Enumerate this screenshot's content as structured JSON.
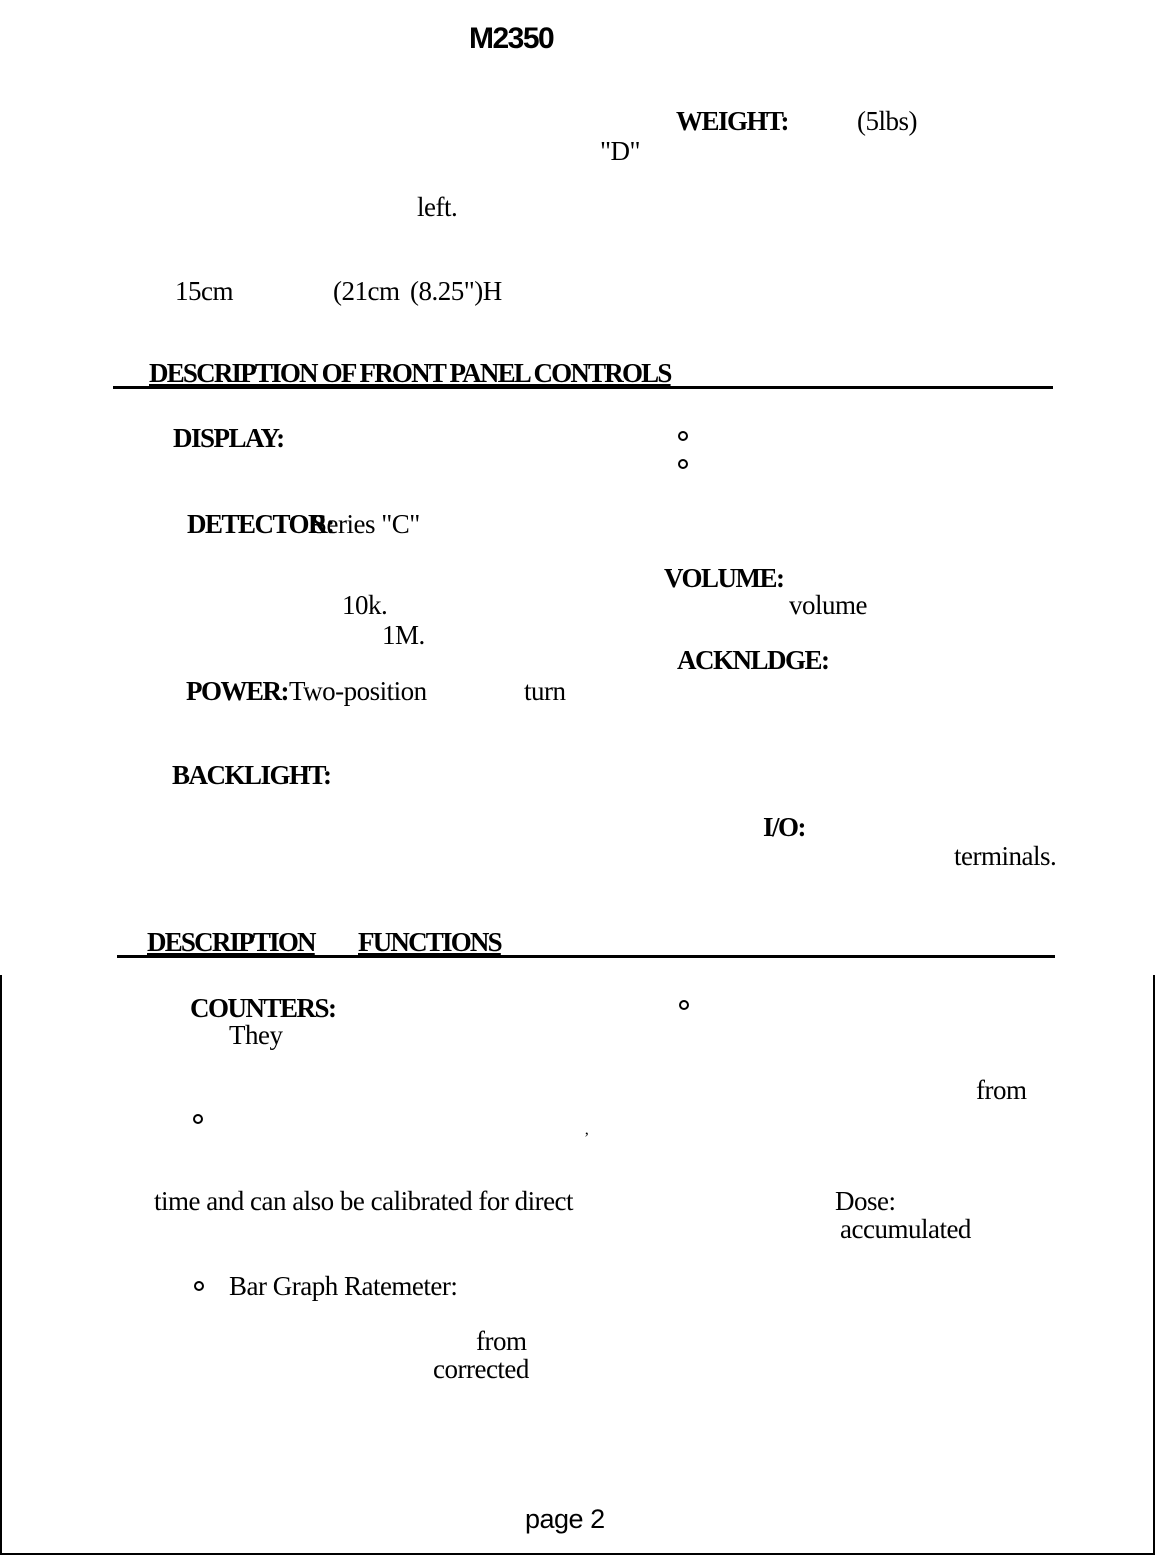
{
  "header": {
    "model": "M2350"
  },
  "specs": {
    "weight_label": "WEIGHT:",
    "weight_value": "(5lbs)",
    "d_label": "\"D\"",
    "left_word": "left.",
    "dim_a": "15cm",
    "dim_b": "(21cm",
    "dim_c": "(8.25\")H"
  },
  "section1": {
    "heading": "DESCRIPTION OF FRONT PANEL CONTROLS",
    "display_label": "DISPLAY:",
    "detector_label": "DETECTOR:",
    "detector_text": "Series \"C\"",
    "val_10k": "10k.",
    "val_1m": "1M.",
    "power_label": "POWER:",
    "power_text": "Two-position",
    "turn_word": "turn",
    "backlight_label": "BACKLIGHT:",
    "volume_label": "VOLUME:",
    "volume_text": "volume",
    "ack_label": "ACKNLDGE:",
    "io_label": "I/O:",
    "terminals_word": "terminals."
  },
  "section2": {
    "heading_left": "DESCRIPTION",
    "heading_right": "FUNCTIONS",
    "counters_label": "COUNTERS:",
    "they_word": "They",
    "from_word_right": "from",
    "calibrated_line": "time and can also be calibrated for direct",
    "dose_label": "Dose:",
    "accumulated_word": "accumulated",
    "bar_graph_label": "Bar Graph Ratemeter:",
    "from_word_left": "from",
    "corrected_word": "corrected"
  },
  "footer": {
    "page_label": "page 2"
  }
}
